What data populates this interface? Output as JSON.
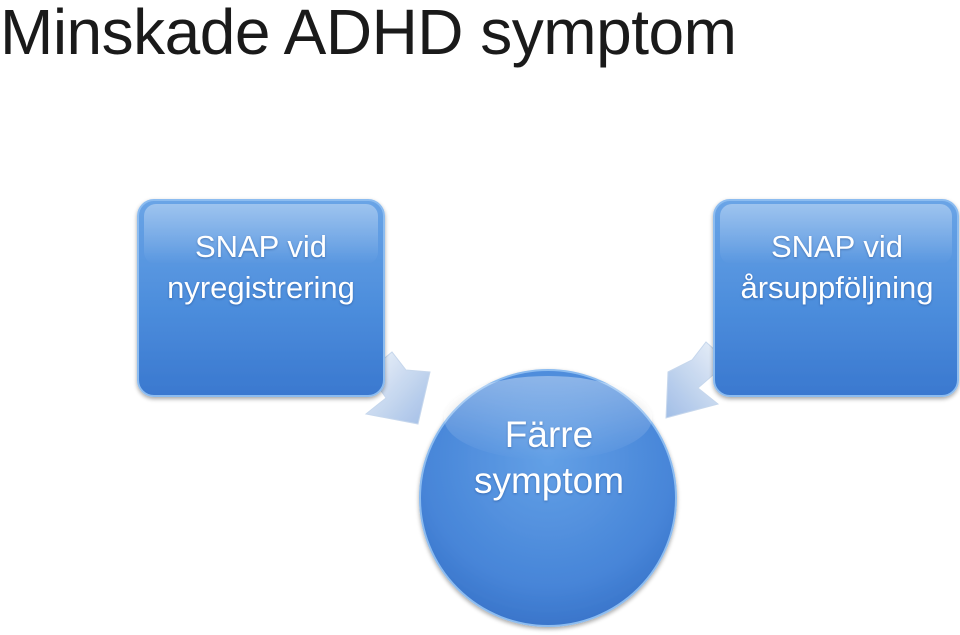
{
  "title": "Minskade ADHD symptom",
  "nodes": {
    "left": {
      "lines": [
        "SNAP vid",
        "nyregistrering"
      ]
    },
    "right": {
      "lines": [
        "SNAP vid",
        "årsuppföljning"
      ]
    },
    "center": {
      "lines": [
        "Färre",
        "symptom"
      ]
    }
  },
  "colors": {
    "node_fill_top": "#6aa4e6",
    "node_fill_bottom": "#3c7cd4",
    "node_border": "#8cbcf0",
    "arrow_fill_light": "#dbe6f4",
    "arrow_fill_dark": "#9ebce6",
    "text": "#ffffff",
    "title_text": "#1a1a1a"
  }
}
